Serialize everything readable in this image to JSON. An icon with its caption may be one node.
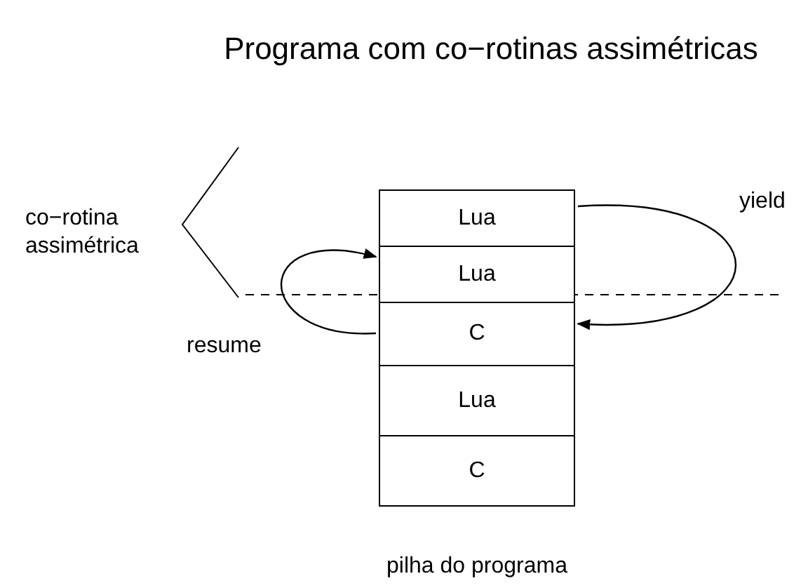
{
  "diagram": {
    "title": "Programa com co−rotinas assimétricas",
    "nodes": [
      {
        "text": [
          "Lua"
        ]
      },
      {
        "text": [
          "Lua"
        ]
      },
      {
        "text": [
          "C"
        ]
      },
      {
        "text": [
          "Lua"
        ]
      },
      {
        "text": [
          "C"
        ]
      }
    ],
    "edges": [
      {
        "from": 0,
        "to": 2,
        "arrow": "to",
        "label": "yield"
      },
      {
        "from": 2,
        "to": 1,
        "arrow": "to",
        "label": "resume"
      }
    ],
    "labels": [
      "co−rotina assimétrica"
    ],
    "caption": "pilha do programa"
  }
}
